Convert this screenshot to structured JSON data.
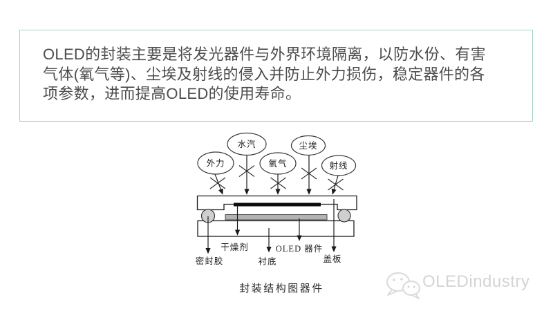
{
  "info_box": {
    "lines": [
      "OLED的封装主要是将发光器件与外界环境隔离，以防水份、有害",
      "气体(氧气等)、尘埃及射线的侵入并防止外力损伤，稳定器件的各",
      "项参数，进而提高OLED的使用寿命。"
    ]
  },
  "diagram": {
    "hazards": [
      {
        "label": "外力"
      },
      {
        "label": "水汽"
      },
      {
        "label": "氧气"
      },
      {
        "label": "尘埃"
      },
      {
        "label": "射线"
      }
    ],
    "components": [
      {
        "label": "密封胶"
      },
      {
        "label": "干燥剂"
      },
      {
        "label": "衬底"
      },
      {
        "label": "OLED 器件"
      },
      {
        "label": "盖板"
      }
    ],
    "caption": "封装结构图器件"
  },
  "footer": {
    "brand": "OLEDindustry"
  },
  "colors": {
    "box_border": "#a5d1c5",
    "body_text": "#4c4c4c",
    "diagram_ink": "#1c1c1c",
    "oled_bar_fill": "#b3b3b3",
    "sealant_ring_fill": "#cfcfcf",
    "brand_gray": "#d4d4d4"
  }
}
